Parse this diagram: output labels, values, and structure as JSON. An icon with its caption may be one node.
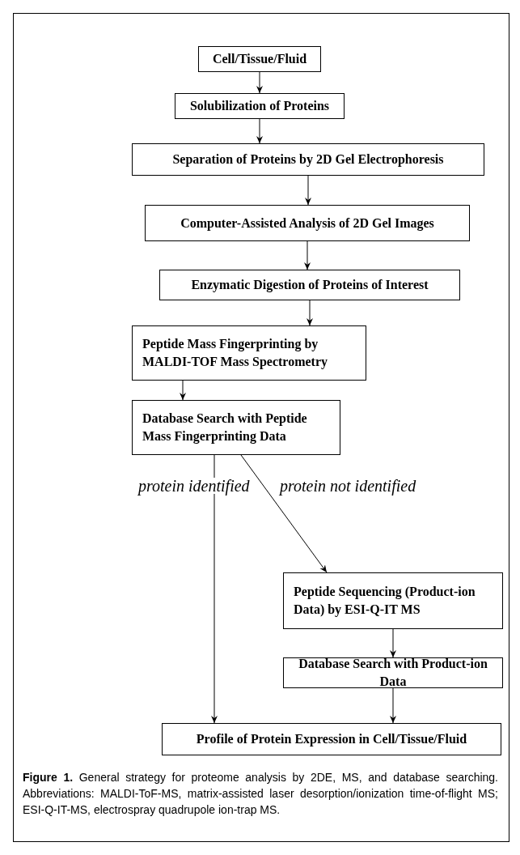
{
  "diagram": {
    "caption": "**Figure 1.** General strategy for proteome analysis by 2DE, MS, and database searching. Abbreviations: MALDI-ToF-MS, matrix-assisted laser desorption/ionization time-of-flight MS; ESI-Q-IT-MS, electrospray quadrupole ion-trap MS.",
    "nodes": [
      {
        "text": [
          "Cell/Tissue/Fluid"
        ]
      },
      {
        "text": [
          "Solubilization of Proteins"
        ]
      },
      {
        "text": [
          "Separation of Proteins by 2D Gel Electrophoresis"
        ]
      },
      {
        "text": [
          "Computer-Assisted Analysis of 2D Gel Images"
        ]
      },
      {
        "text": [
          "Enzymatic Digestion of Proteins of Interest"
        ]
      },
      {
        "text": [
          "Peptide Mass Fingerprinting by MALDI-TOF Mass Spectrometry"
        ]
      },
      {
        "text": [
          "Database Search with Peptide Mass Fingerprinting Data"
        ]
      },
      {
        "text": [
          "Peptide Sequencing (Product-ion Data) by ESI-Q-IT MS"
        ]
      },
      {
        "text": [
          "Database Search with Product-ion Data"
        ]
      },
      {
        "text": [
          "Profile of Protein Expression in Cell/Tissue/Fluid"
        ]
      }
    ],
    "edges": [
      {
        "from": 0,
        "to": 1,
        "arrow": "to"
      },
      {
        "from": 1,
        "to": 2,
        "arrow": "to"
      },
      {
        "from": 2,
        "to": 3,
        "arrow": "to"
      },
      {
        "from": 3,
        "to": 4,
        "arrow": "to"
      },
      {
        "from": 4,
        "to": 5,
        "arrow": "to"
      },
      {
        "from": 5,
        "to": 6,
        "arrow": "to"
      },
      {
        "from": 6,
        "to": 9,
        "arrow": "to",
        "label": "protein identified"
      },
      {
        "from": 6,
        "to": 7,
        "arrow": "to",
        "label": "protein not identified"
      },
      {
        "from": 7,
        "to": 8,
        "arrow": "to"
      },
      {
        "from": 8,
        "to": 9,
        "arrow": "to"
      }
    ]
  }
}
